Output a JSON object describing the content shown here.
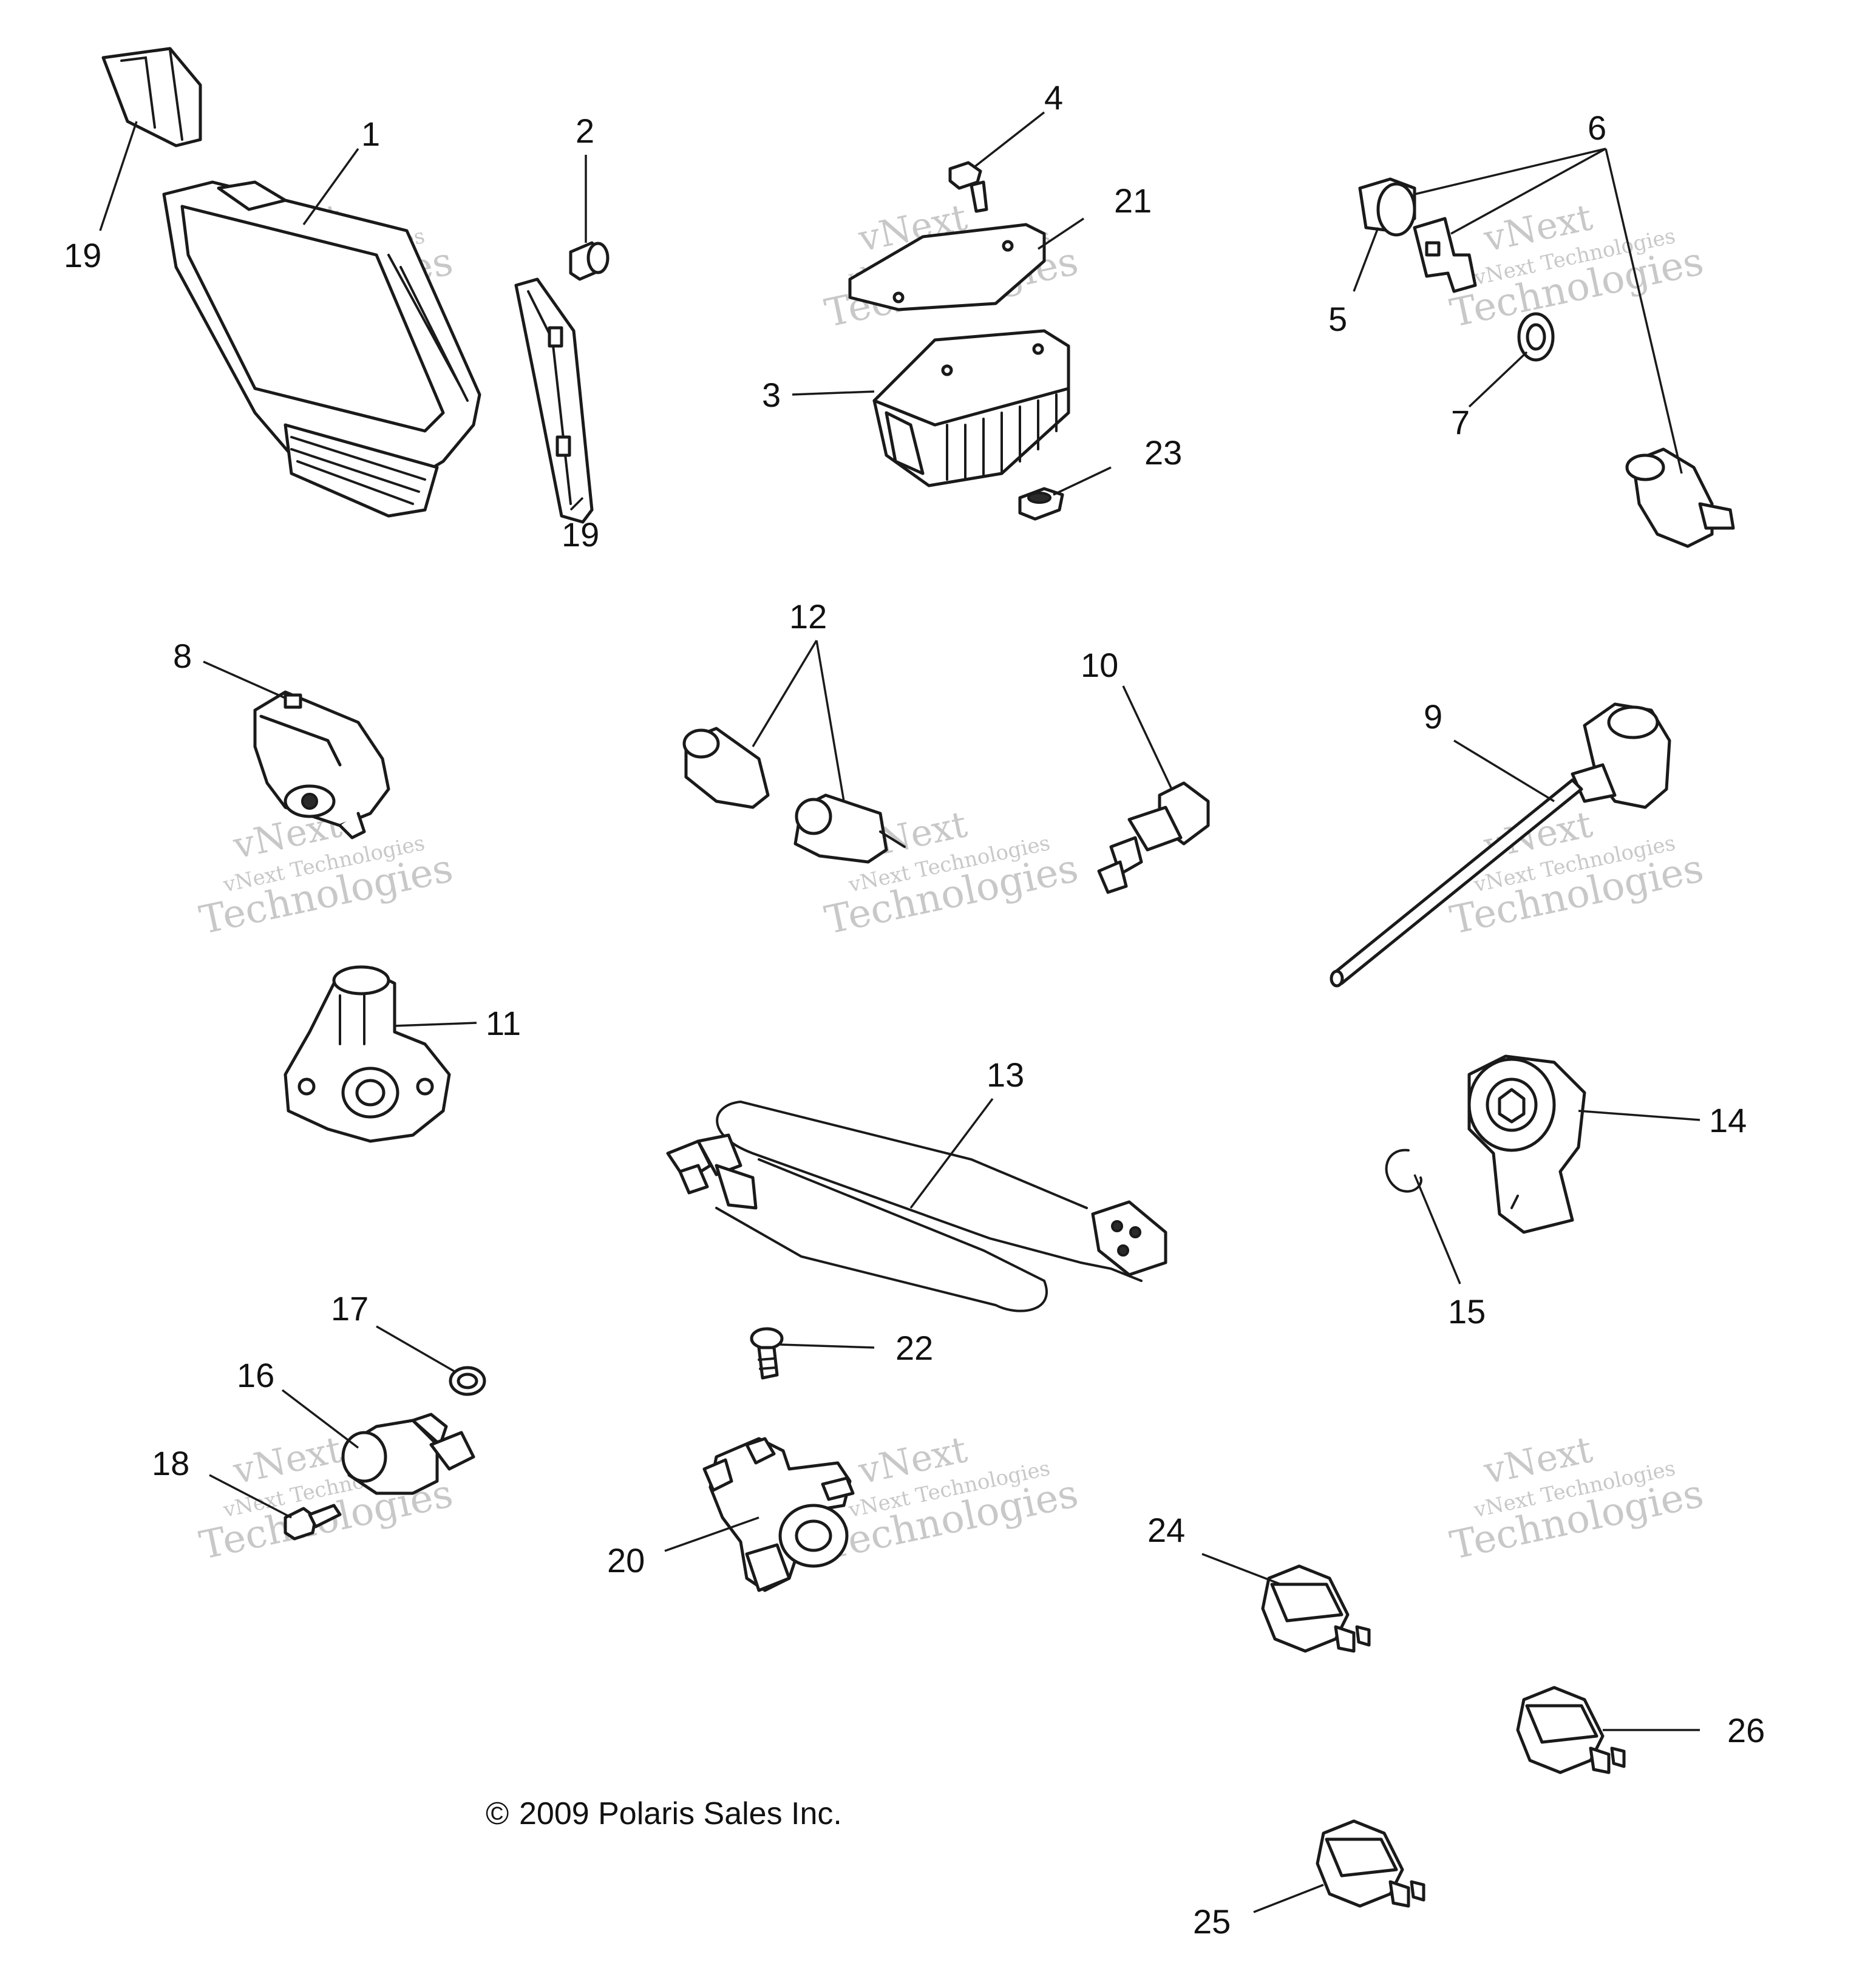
{
  "callouts": [
    "1",
    "2",
    "3",
    "4",
    "5",
    "6",
    "7",
    "8",
    "9",
    "10",
    "11",
    "12",
    "13",
    "14",
    "15",
    "16",
    "17",
    "18",
    "19",
    "20",
    "21",
    "22",
    "23",
    "24",
    "25",
    "26"
  ],
  "callout_19": "19",
  "watermark": {
    "line1": "vNext",
    "line2": "vNext Technologies",
    "line3": "Technologies"
  },
  "copyright": "2009 Polaris Sales Inc.",
  "copyright_symbol": "©"
}
